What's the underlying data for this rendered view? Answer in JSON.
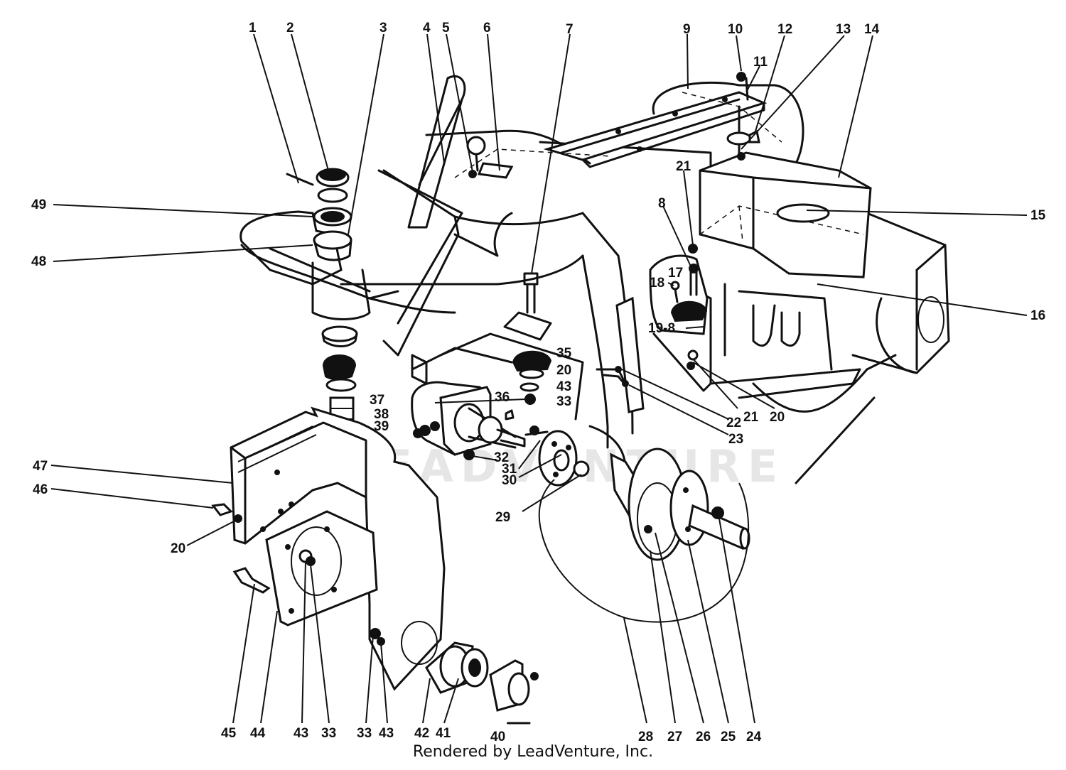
{
  "watermark": "LEADVENTURE",
  "credit": "Rendered by LeadVenture, Inc.",
  "callouts": [
    {
      "label": "1"
    },
    {
      "label": "2"
    },
    {
      "label": "3"
    },
    {
      "label": "4"
    },
    {
      "label": "5"
    },
    {
      "label": "6"
    },
    {
      "label": "7"
    },
    {
      "label": "9"
    },
    {
      "label": "10"
    },
    {
      "label": "11"
    },
    {
      "label": "12"
    },
    {
      "label": "13"
    },
    {
      "label": "14"
    },
    {
      "label": "49"
    },
    {
      "label": "48"
    },
    {
      "label": "21"
    },
    {
      "label": "8"
    },
    {
      "label": "15"
    },
    {
      "label": "17"
    },
    {
      "label": "18"
    },
    {
      "label": "16"
    },
    {
      "label": "19-8"
    },
    {
      "label": "35"
    },
    {
      "label": "20"
    },
    {
      "label": "43"
    },
    {
      "label": "33"
    },
    {
      "label": "36"
    },
    {
      "label": "37"
    },
    {
      "label": "38"
    },
    {
      "label": "39"
    },
    {
      "label": "22"
    },
    {
      "label": "21"
    },
    {
      "label": "20"
    },
    {
      "label": "23"
    },
    {
      "label": "32"
    },
    {
      "label": "31"
    },
    {
      "label": "30"
    },
    {
      "label": "47"
    },
    {
      "label": "46"
    },
    {
      "label": "29"
    },
    {
      "label": "20"
    },
    {
      "label": "45"
    },
    {
      "label": "44"
    },
    {
      "label": "43"
    },
    {
      "label": "33"
    },
    {
      "label": "33"
    },
    {
      "label": "43"
    },
    {
      "label": "42"
    },
    {
      "label": "41"
    },
    {
      "label": "40"
    },
    {
      "label": "28"
    },
    {
      "label": "27"
    },
    {
      "label": "26"
    },
    {
      "label": "25"
    },
    {
      "label": "24"
    }
  ]
}
